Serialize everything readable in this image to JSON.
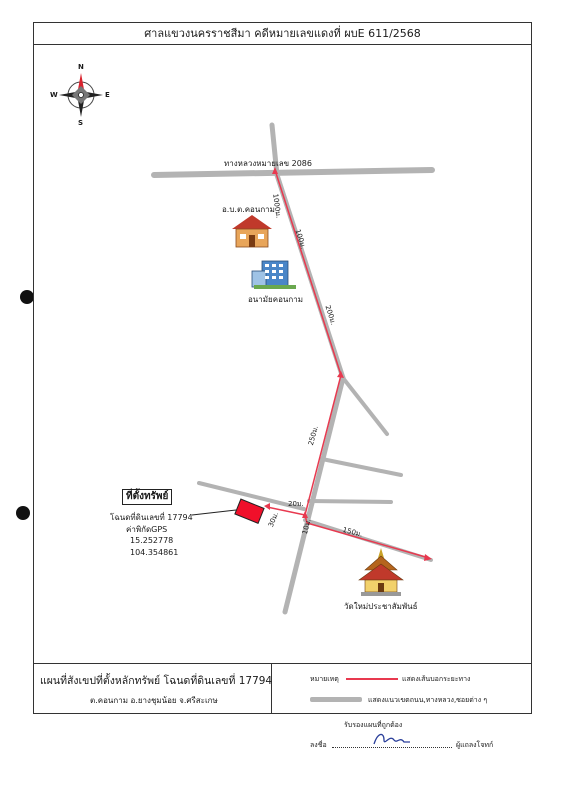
{
  "header": {
    "title": "ศาลแขวงนครราชสีมา คดีหมายเลขแดงที่ ผบE 611/2568"
  },
  "compass": {
    "n": "N",
    "s": "S",
    "e": "E",
    "w": "W"
  },
  "map": {
    "highway_label": "ทางหลวงหมายเลข 2086",
    "places": {
      "school": "อ.บ.ต.คอนกาม",
      "health_center": "อนามัยคอนกาม",
      "temple": "วัดใหม่ประชาสัมพันธ์"
    },
    "distances": {
      "d1000": "1000ม.",
      "d100": "100ม.",
      "d200": "200ม.",
      "d250": "250ม.",
      "d20": "20ม.",
      "d30": "30ม.",
      "d10": "10ม.",
      "d150": "150ม."
    },
    "property": {
      "heading": "ที่ตั้งทรัพย์",
      "deed": "โฉนดที่ดินเลขที่ 17794",
      "gps_label": "ค่าพิกัดGPS",
      "lat": "15.252778",
      "lon": "104.354861"
    },
    "colors": {
      "road": "#b3b3b3",
      "route": "#e8394f",
      "property": "#f0102a"
    }
  },
  "footer": {
    "title": "แผนที่สังเขปที่ตั้งหลักทรัพย์ โฉนดที่ดินเลขที่ 17794",
    "location": "ต.คอนกาม  อ.ยางชุมน้อย  จ.ศรีสะเกษ",
    "legend": {
      "heading": "หมายเหตุ",
      "red_line": "แสดงเส้นบอกระยะทาง",
      "gray_line": "แสดงแนวเขตถนน,ทางหลวง,ซอยต่าง ๆ"
    }
  },
  "signature": {
    "caption": "รับรองแผนที่ถูกต้อง",
    "sign_prefix": "ลงชื่อ",
    "role": "ผู้แถลงโจทก์"
  }
}
